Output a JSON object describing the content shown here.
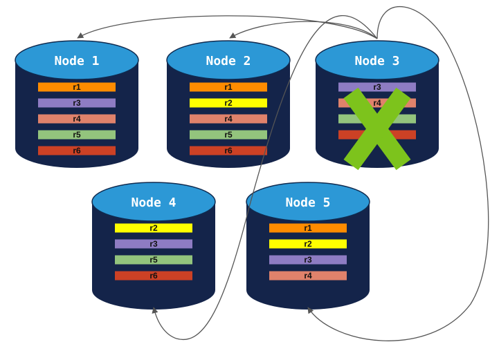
{
  "colors": {
    "cylinder_body": "#14244a",
    "cylinder_top": "#2c98d6",
    "cylinder_top_stroke": "#0f2a4f",
    "arrow": "#555555",
    "cross": "#7dc31c",
    "replicas": {
      "r1": "#ff8c00",
      "r2": "#ffff00",
      "r3": "#8e7cc3",
      "r4": "#e0826b",
      "r5": "#93c47d",
      "r6": "#cc4125"
    }
  },
  "nodes": [
    {
      "id": "n1",
      "label": "Node 1",
      "replicas": [
        "r1",
        "r3",
        "r4",
        "r5",
        "r6"
      ],
      "failed": false
    },
    {
      "id": "n2",
      "label": "Node 2",
      "replicas": [
        "r1",
        "r2",
        "r4",
        "r5",
        "r6"
      ],
      "failed": false
    },
    {
      "id": "n3",
      "label": "Node 3",
      "replicas": [
        "r3",
        "r4",
        "r5",
        "r6"
      ],
      "failed": true
    },
    {
      "id": "n4",
      "label": "Node 4",
      "replicas": [
        "r2",
        "r3",
        "r5",
        "r6"
      ],
      "failed": false
    },
    {
      "id": "n5",
      "label": "Node 5",
      "replicas": [
        "r1",
        "r2",
        "r3",
        "r4"
      ],
      "failed": false
    }
  ],
  "edges": [
    {
      "from": "n3",
      "to": "n1"
    },
    {
      "from": "n3",
      "to": "n2"
    },
    {
      "from": "n3",
      "to": "n4"
    },
    {
      "from": "n3",
      "to": "n5"
    }
  ]
}
